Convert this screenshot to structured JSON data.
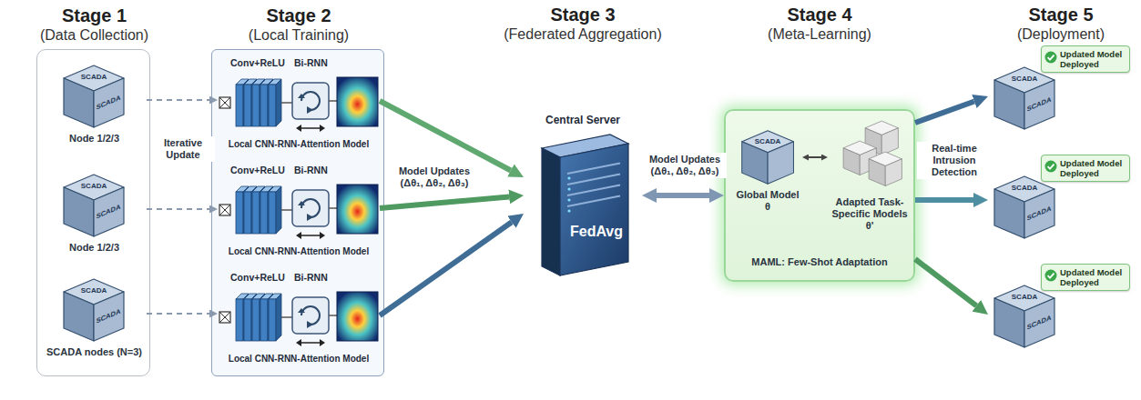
{
  "diagram": {
    "nodes": [
      {
        "text": [
          "Stage 1",
          "(Data Collection)"
        ]
      },
      {
        "text": [
          "SCADA",
          "SCADA",
          "Node 1/2/3"
        ],
        "in": 0
      },
      {
        "text": [
          "SCADA",
          "SCADA",
          "Node 1/2/3"
        ],
        "in": 0
      },
      {
        "text": [
          "SCADA",
          "SCADA",
          "SCADA nodes (N=3)"
        ],
        "in": 0
      },
      {
        "text": [
          "Stage 2",
          "(Local Training)"
        ]
      },
      {
        "text": [
          "Conv+ReLU",
          "Bi-RNN",
          "Local CNN-RNN-Attention Model"
        ],
        "in": 4
      },
      {
        "text": [
          "Conv+ReLU",
          "Bi-RNN",
          "Local CNN-RNN-Attention Model"
        ],
        "in": 4
      },
      {
        "text": [
          "Conv+ReLU",
          "Bi-RNN",
          "Local CNN-RNN-Attention Model"
        ],
        "in": 4
      },
      {
        "text": [
          "Central Server",
          "FedAvg"
        ]
      },
      {
        "text": [
          "MAML: Few-Shot Adaptation"
        ]
      },
      {
        "text": [
          "SCADA",
          "Global Model θ"
        ],
        "in": 9
      },
      {
        "text": [
          "Adapted Task-Specific Models θ'"
        ],
        "in": 9
      },
      {
        "text": [
          "Updated Model Deployed",
          "SCADA",
          "SCADA"
        ]
      },
      {
        "text": [
          "Updated Model Deployed",
          "SCADA",
          "SCADA"
        ]
      },
      {
        "text": [
          "Updated Model Deployed",
          "SCADA",
          "SCADA"
        ]
      }
    ],
    "edges": [
      {
        "from": 1,
        "to": 5,
        "arrow": "to"
      },
      {
        "from": 2,
        "to": 6,
        "arrow": "to"
      },
      {
        "from": 3,
        "to": 7,
        "arrow": "to"
      },
      {
        "from": 5,
        "to": 8,
        "arrow": "to"
      },
      {
        "from": 6,
        "to": 8,
        "label": "Model Updates (Δθ₁, Δθ₂, Δθ₃)",
        "arrow": "to"
      },
      {
        "from": 7,
        "to": 8,
        "arrow": "to"
      },
      {
        "from": 8,
        "to": 9,
        "label": "Model Updates (Δθ₁, Δθ₂, Δθ₃)",
        "arrow": "both"
      },
      {
        "from": 10,
        "to": 11,
        "arrow": "both"
      },
      {
        "from": 9,
        "to": 12,
        "arrow": "to"
      },
      {
        "from": 9,
        "to": 13,
        "label": "Real-time Intrusion Detection",
        "arrow": "to"
      },
      {
        "from": 9,
        "to": 14,
        "arrow": "to"
      }
    ],
    "labels": [
      "Iterative Update",
      "Stage 3",
      "(Federated Aggregation)",
      "Stage 4",
      "(Meta-Learning)",
      "Stage 5",
      "(Deployment)"
    ]
  }
}
